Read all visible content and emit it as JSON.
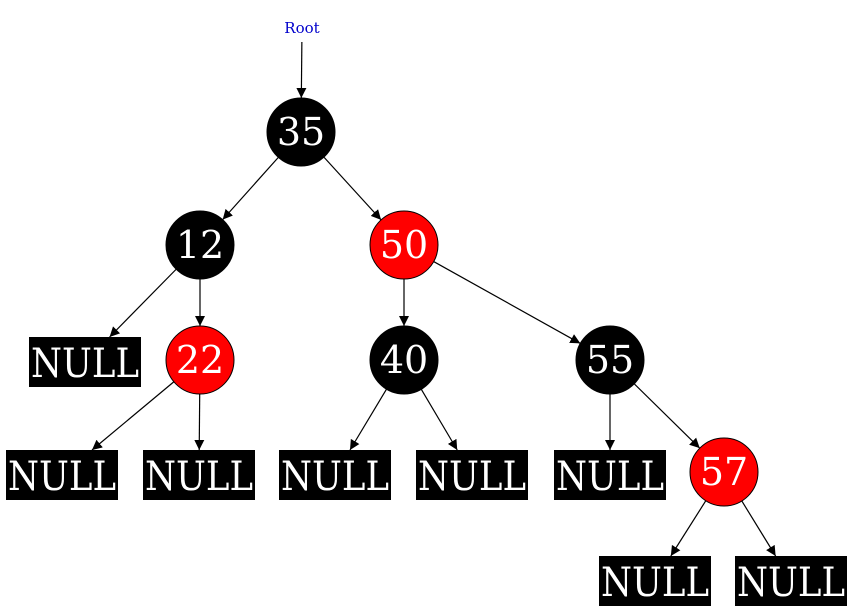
{
  "root_label": "Root",
  "colors": {
    "black": "#000000",
    "red": "#ff0000",
    "text": "#ffffff",
    "root_label": "#0000cc"
  },
  "nodes": [
    {
      "id": "n35",
      "value": "35",
      "color": "black"
    },
    {
      "id": "n12",
      "value": "12",
      "color": "black"
    },
    {
      "id": "n50",
      "value": "50",
      "color": "red"
    },
    {
      "id": "n22",
      "value": "22",
      "color": "red"
    },
    {
      "id": "n40",
      "value": "40",
      "color": "black"
    },
    {
      "id": "n55",
      "value": "55",
      "color": "black"
    },
    {
      "id": "n57",
      "value": "57",
      "color": "red"
    }
  ],
  "null_leaves": [
    {
      "id": "null12L",
      "label": "NULL"
    },
    {
      "id": "null22L",
      "label": "NULL"
    },
    {
      "id": "null22R",
      "label": "NULL"
    },
    {
      "id": "null40L",
      "label": "NULL"
    },
    {
      "id": "null40R",
      "label": "NULL"
    },
    {
      "id": "null55L",
      "label": "NULL"
    },
    {
      "id": "null57L",
      "label": "NULL"
    },
    {
      "id": "null57R",
      "label": "NULL"
    }
  ],
  "edges": [
    [
      "root",
      "n35"
    ],
    [
      "n35",
      "n12"
    ],
    [
      "n35",
      "n50"
    ],
    [
      "n12",
      "null12L"
    ],
    [
      "n12",
      "n22"
    ],
    [
      "n22",
      "null22L"
    ],
    [
      "n22",
      "null22R"
    ],
    [
      "n50",
      "n40"
    ],
    [
      "n50",
      "n55"
    ],
    [
      "n40",
      "null40L"
    ],
    [
      "n40",
      "null40R"
    ],
    [
      "n55",
      "null55L"
    ],
    [
      "n55",
      "n57"
    ],
    [
      "n57",
      "null57L"
    ],
    [
      "n57",
      "null57R"
    ]
  ]
}
